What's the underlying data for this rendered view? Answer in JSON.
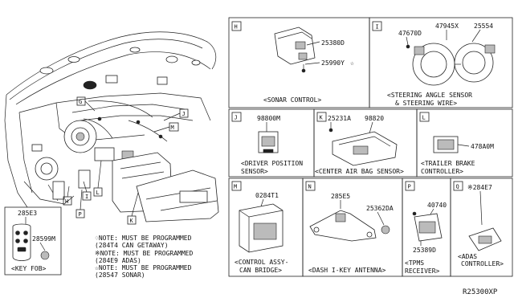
{
  "diagram_id": "R25300XP",
  "panels": {
    "H": {
      "letter": "H",
      "parts": [
        "25380D",
        "25990Y"
      ],
      "caption": [
        "<SONAR CONTROL>"
      ]
    },
    "I": {
      "letter": "I",
      "parts": [
        "47670D",
        "47945X",
        "25554"
      ],
      "caption": [
        "<STEERING ANGLE SENSOR",
        "& STEERING WIRE>"
      ]
    },
    "J": {
      "letter": "J",
      "parts": [
        "98800M"
      ],
      "caption": [
        "<DRIVER POSITION",
        "SENSOR>"
      ]
    },
    "K": {
      "letter": "K",
      "parts": [
        "25231A",
        "98820"
      ],
      "caption": [
        "<CENTER AIR BAG SENSOR>"
      ]
    },
    "L": {
      "letter": "L",
      "parts": [
        "478A0M"
      ],
      "caption": [
        "<TRAILER BRAKE",
        "CONTROLLER>"
      ]
    },
    "M": {
      "letter": "M",
      "parts": [
        "0284T1"
      ],
      "caption": [
        "<CONTROL ASSY-",
        "CAN BRIDGE>"
      ]
    },
    "N": {
      "letter": "N",
      "parts": [
        "285E5",
        "25362DA"
      ],
      "caption": [
        "<DASH I-KEY ANTENNA>"
      ]
    },
    "P": {
      "letter": "P",
      "parts": [
        "40740",
        "25389D"
      ],
      "caption": [
        "<TPMS",
        "RECEIVER>"
      ]
    },
    "Q": {
      "letter": "Q",
      "parts": [
        "※284E7"
      ],
      "caption": [
        "<ADAS",
        "CONTROLLER>"
      ]
    }
  },
  "key_fob": {
    "parts": [
      "285E3",
      "28599M"
    ],
    "caption": "<KEY FOB>"
  },
  "main_callouts": [
    "G",
    "J",
    "M",
    "H",
    "I",
    "L",
    "P",
    "K"
  ],
  "notes": [
    "♢NOTE: MUST BE PROGRAMMED",
    "(284T4 CAN GETAWAY)",
    "※NOTE: MUST BE PROGRAMMED",
    "(284E9 ADAS)",
    "☆NOTE: MUST BE PROGRAMMED",
    "(28547 SONAR)"
  ],
  "marks": {
    "star": "☆",
    "asterisk": "※",
    "diamond": "♢"
  }
}
